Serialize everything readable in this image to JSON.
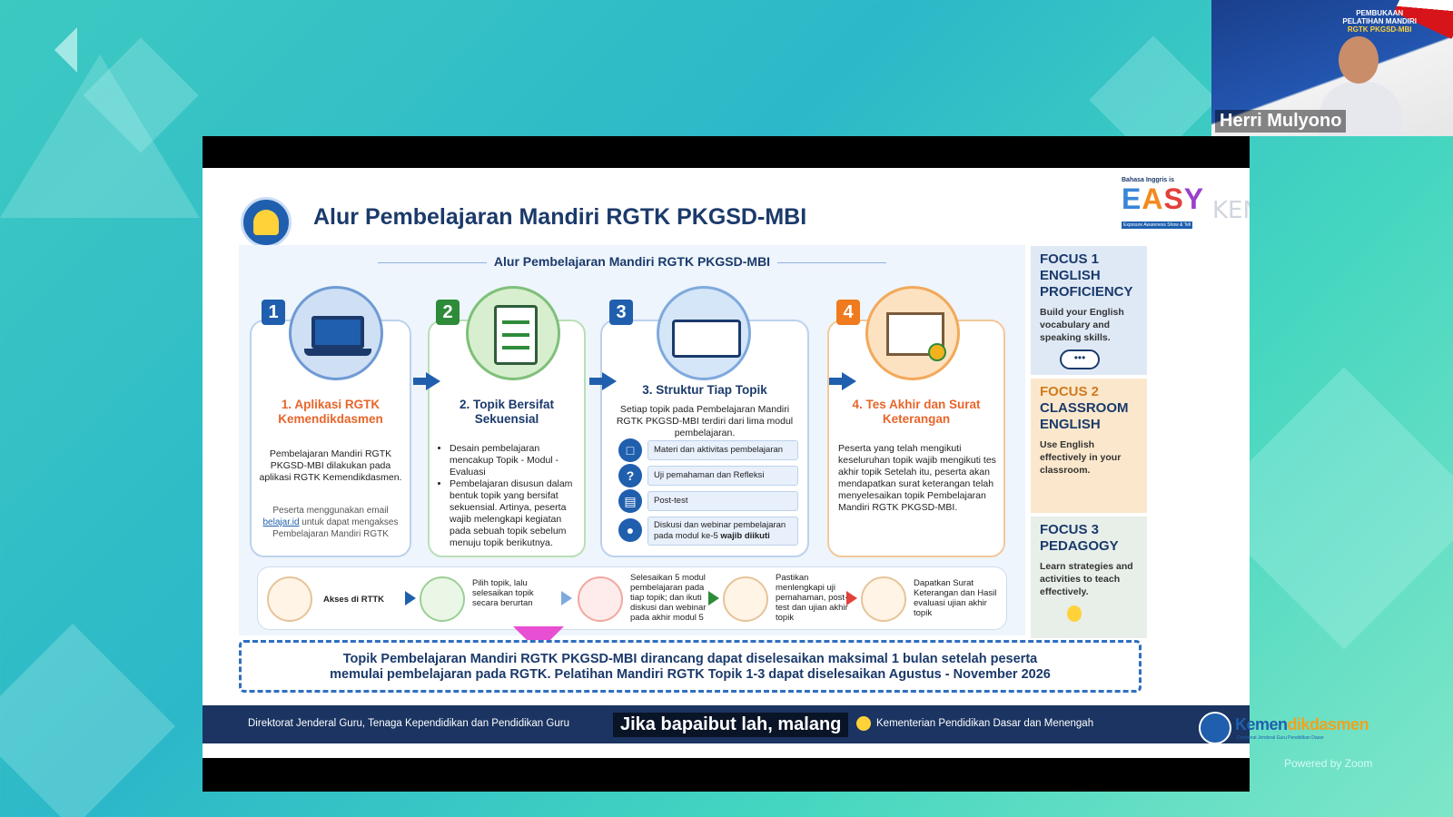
{
  "participant": {
    "name": "Herri Mulyono",
    "banner_line1": "PEMBUKAAN",
    "banner_line2": "PELATIHAN MANDIRI",
    "banner_line3": "RGTK PKGSD-MBI"
  },
  "slide": {
    "title": "Alur Pembelajaran Mandiri RGTK PKGSD-MBI",
    "easy_small": "Bahasa Inggris is",
    "easy_e": "E",
    "easy_a": "A",
    "easy_s": "S",
    "easy_y": "Y",
    "easy_tag": "Exposure Awareness Show & Tell",
    "vertical_label": "KEMENDIKDASMEN",
    "infographic_heading": "Alur Pembelajaran Mandiri RGTK PKGSD-MBI",
    "steps": [
      {
        "number": "1",
        "title": "1. Aplikasi RGTK Kemendikdasmen",
        "body": "Pembelajaran Mandiri RGTK PKGSD-MBI dilakukan pada aplikasi RGTK Kemendikdasmen.",
        "note_pre": "Peserta menggunakan email ",
        "note_link": "belajar.id",
        "note_post": " untuk dapat mengakses Pembelajaran Mandiri RGTK"
      },
      {
        "number": "2",
        "title": "2. Topik Bersifat Sekuensial",
        "bullet1": "Desain pembelajaran mencakup Topik - Modul - Evaluasi",
        "bullet2": "Pembelajaran disusun dalam bentuk topik yang bersifat sekuensial. Artinya, peserta wajib melengkapi kegiatan pada sebuah topik sebelum menuju topik berikutnya."
      },
      {
        "number": "3",
        "title": "3. Struktur Tiap Topik",
        "body": "Setiap topik pada Pembelajaran Mandiri RGTK PKGSD-MBI terdiri dari lima modul pembelajaran.",
        "modules": [
          "Materi dan aktivitas pembelajaran",
          "Uji pemahaman dan Refleksi",
          "Post-test",
          "Diskusi dan webinar pembelajaran pada modul ke-5 "
        ],
        "module4_bold": "wajib diikuti"
      },
      {
        "number": "4",
        "title": "4. Tes Akhir dan Surat Keterangan",
        "body": "Peserta yang telah mengikuti keseluruhan topik wajib mengikuti tes akhir topik Setelah itu, peserta akan mendapatkan surat keterangan telah menyelesaikan topik Pembelajaran Mandiri RGTK PKGSD-MBI."
      }
    ],
    "flow": [
      "Akses di RTTK",
      "Pilih topik, lalu selesaikan topik secara berurtan",
      "Selesaikan 5 modul pembelajaran pada tiap topik; dan ikuti diskusi dan webinar pada akhir modul 5",
      "Pastikan menlengkapi uji pemahaman, post-test dan ujian akhir topik",
      "Dapatkan Surat Keterangan dan Hasil evaluasi ujian akhir topik"
    ],
    "focus": [
      {
        "title": "FOCUS 1 ENGLISH PROFICIENCY",
        "desc": "Build your English vocabulary and speaking skills."
      },
      {
        "label": "FOCUS 2",
        "title": "CLASSROOM ENGLISH",
        "desc": "Use English effectively in your classroom."
      },
      {
        "title": "FOCUS 3 PEDAGOGY",
        "desc": "Learn strategies and activities to teach effectively."
      }
    ],
    "note_line1": "Topik Pembelajaran Mandiri RGTK PKGSD-MBI dirancang dapat diselesaikan maksimal 1 bulan setelah peserta",
    "note_line2": "memulai pembelajaran pada RGTK. Pelatihan Mandiri RGTK Topik 1-3 dapat diselesaikan Agustus - November 2026",
    "footer_left": "Direktorat Jenderal Guru, Tenaga Kependidikan dan Pendidikan Guru",
    "footer_right": "Kementerian Pendidikan Dasar dan Menengah",
    "caption": "Jika bapaibut lah, malang"
  },
  "branding": {
    "kemen_part1": "Kemen",
    "kemen_part2": "dikdasmen",
    "kemen_sub": "Direktorat Jenderal Guru Pendidikan Dasar",
    "powered_by": "Powered by Zoom"
  }
}
